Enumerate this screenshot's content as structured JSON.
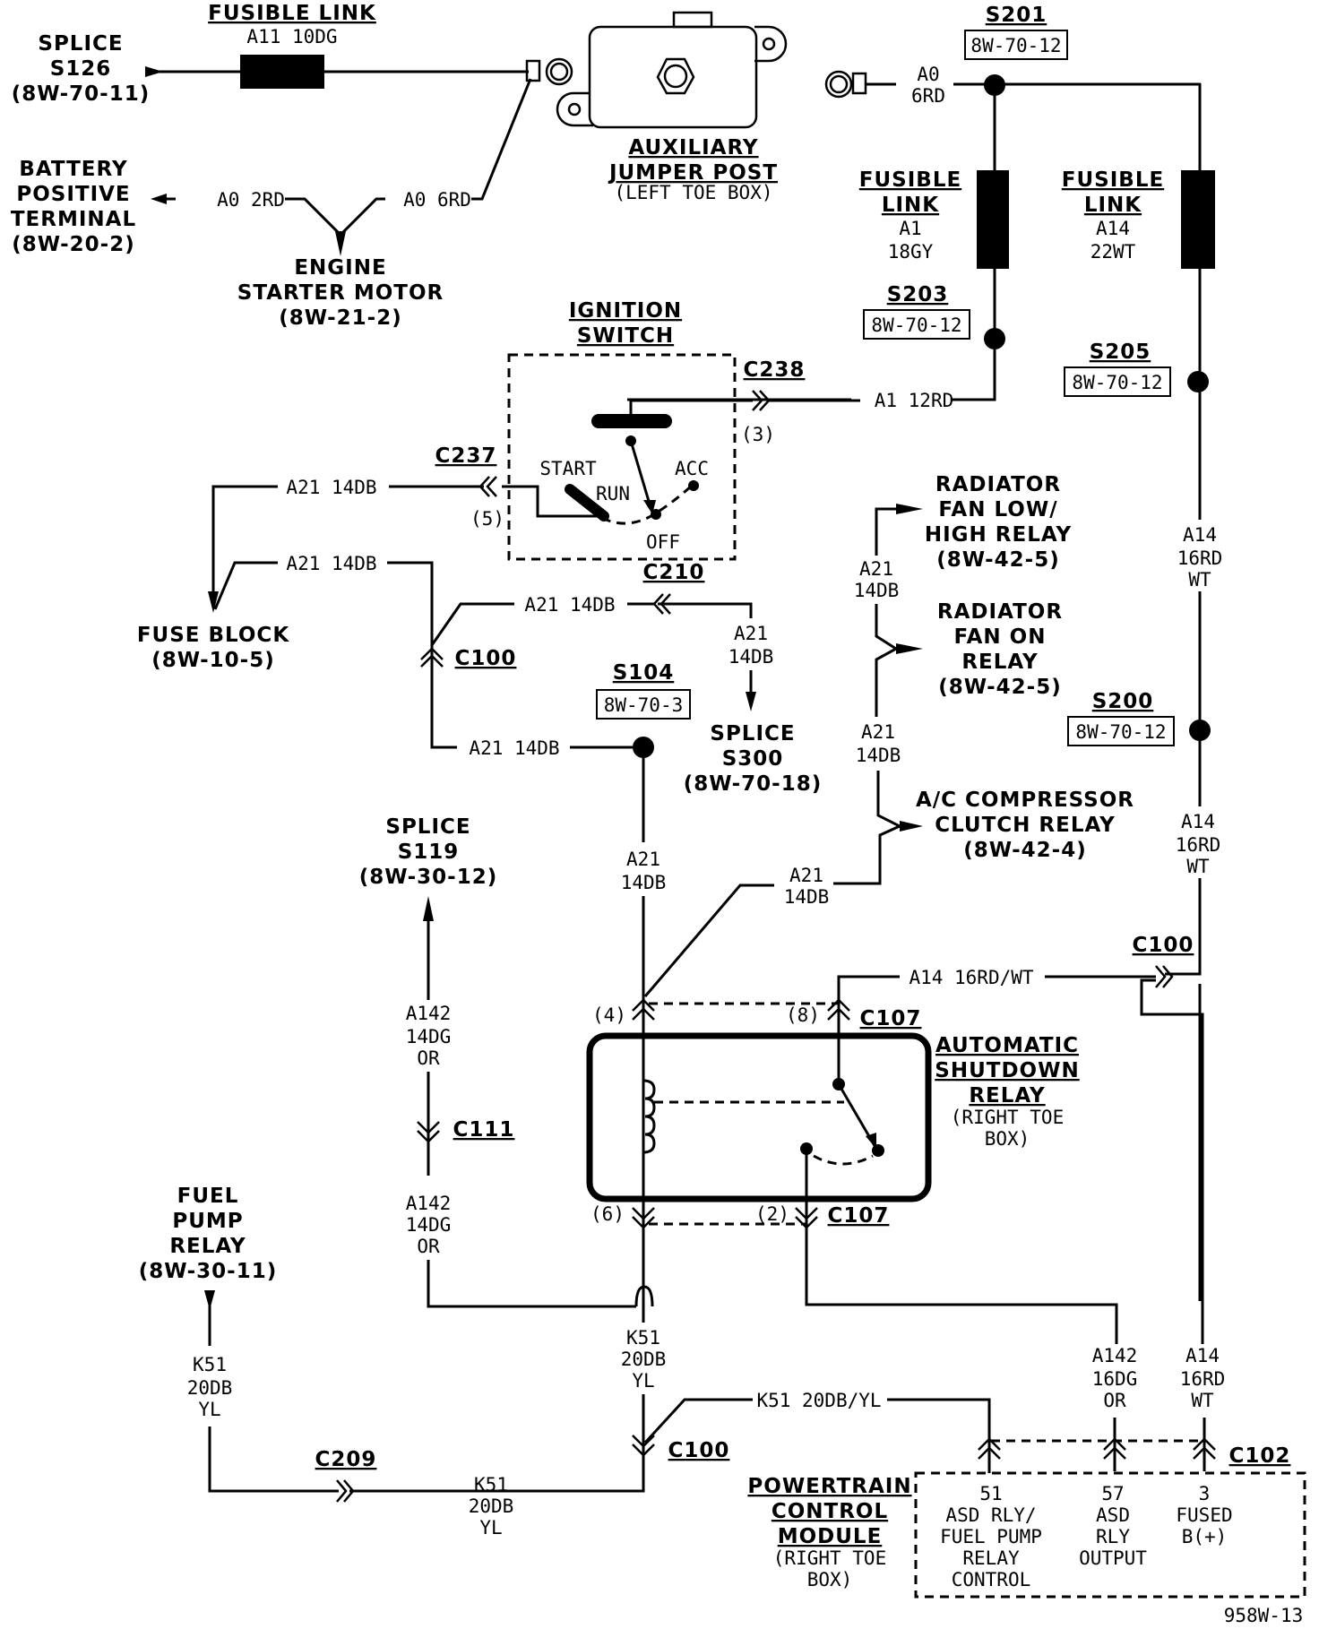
{
  "diagram": {
    "figure_id": "958W-13",
    "components": {
      "splice_s126": [
        "SPLICE",
        "S126",
        "(8W-70-11)"
      ],
      "battery": [
        "BATTERY",
        "POSITIVE",
        "TERMINAL",
        "(8W-20-2)"
      ],
      "starter": [
        "ENGINE",
        "STARTER MOTOR",
        "(8W-21-2)"
      ],
      "aux_post": [
        "AUXILIARY",
        "JUMPER POST",
        "(LEFT TOE BOX)"
      ],
      "ignition": [
        "IGNITION",
        "SWITCH"
      ],
      "ignition_positions": {
        "start": "START",
        "run": "RUN",
        "acc": "ACC",
        "off": "OFF"
      },
      "fuse_block": [
        "FUSE BLOCK",
        "(8W-10-5)"
      ],
      "splice_s300": [
        "SPLICE",
        "S300",
        "(8W-70-18)"
      ],
      "rad_fan_lowhigh": [
        "RADIATOR",
        "FAN LOW/",
        "HIGH RELAY",
        "(8W-42-5)"
      ],
      "rad_fan_on": [
        "RADIATOR",
        "FAN ON",
        "RELAY",
        "(8W-42-5)"
      ],
      "ac_clutch": [
        "A/C COMPRESSOR",
        "CLUTCH RELAY",
        "(8W-42-4)"
      ],
      "splice_s119": [
        "SPLICE",
        "S119",
        "(8W-30-12)"
      ],
      "fuel_pump_relay": [
        "FUEL",
        "PUMP",
        "RELAY",
        "(8W-30-11)"
      ],
      "asd_relay": [
        "AUTOMATIC",
        "SHUTDOWN",
        "RELAY",
        "(RIGHT TOE",
        "BOX)"
      ],
      "pcm": [
        "POWERTRAIN",
        "CONTROL",
        "MODULE",
        "(RIGHT TOE",
        "BOX)"
      ],
      "pcm_pins": [
        {
          "pin": "51",
          "desc": [
            "ASD RLY/",
            "FUEL PUMP",
            "RELAY",
            "CONTROL"
          ]
        },
        {
          "pin": "57",
          "desc": [
            "ASD",
            "RLY",
            "OUTPUT"
          ]
        },
        {
          "pin": "3",
          "desc": [
            "FUSED",
            "B(+)"
          ]
        }
      ]
    },
    "fusible_links": [
      {
        "title": "FUSIBLE LINK",
        "circuit": "A11 10DG"
      },
      {
        "title": [
          "FUSIBLE",
          "LINK"
        ],
        "circuit": [
          "A1",
          "18GY"
        ]
      },
      {
        "title": [
          "FUSIBLE",
          "LINK"
        ],
        "circuit": [
          "A14",
          "22WT"
        ]
      }
    ],
    "splices": {
      "s201": {
        "id": "S201",
        "ref": "8W-70-12"
      },
      "s203": {
        "id": "S203",
        "ref": "8W-70-12"
      },
      "s205": {
        "id": "S205",
        "ref": "8W-70-12"
      },
      "s200": {
        "id": "S200",
        "ref": "8W-70-12"
      },
      "s104": {
        "id": "S104",
        "ref": "8W-70-3"
      }
    },
    "connectors": {
      "c238": "C238",
      "c237": "C237",
      "c210": "C210",
      "c100_a": "C100",
      "c100_b": "C100",
      "c100_c": "C100",
      "c107_top": "C107",
      "c107_bot": "C107",
      "c111": "C111",
      "c209": "C209",
      "c102": "C102"
    },
    "pins": {
      "p3": "(3)",
      "p5": "(5)",
      "p4": "(4)",
      "p8": "(8)",
      "p6": "(6)",
      "p2": "(2)"
    },
    "wires": {
      "a0_2rd": "A0 2RD",
      "a0_6rd": "A0 6RD",
      "a0_6rd_b": [
        "A0",
        "6RD"
      ],
      "a1_12rd": "A1 12RD",
      "a21_h1": "A21 14DB",
      "a21_h2": "A21 14DB",
      "a21_h3": "A21 14DB",
      "a21_h4": "A21 14DB",
      "a21_v_s300": [
        "A21",
        "14DB"
      ],
      "a21_v_rad1": [
        "A21",
        "14DB"
      ],
      "a21_v_rad2": [
        "A21",
        "14DB"
      ],
      "a21_v_s104": [
        "A21",
        "14DB"
      ],
      "a21_v_ac": [
        "A21",
        "14DB"
      ],
      "a14_v1": [
        "A14",
        "16RD",
        "WT"
      ],
      "a14_v2": [
        "A14",
        "16RD",
        "WT"
      ],
      "a14_h": "A14 16RD/WT",
      "a14_v3": [
        "A14",
        "16RD",
        "WT"
      ],
      "a142_v1": [
        "A142",
        "14DG",
        "OR"
      ],
      "a142_v2": [
        "A142",
        "14DG",
        "OR"
      ],
      "a142_v3": [
        "A142",
        "16DG",
        "OR"
      ],
      "k51_v1": [
        "K51",
        "20DB",
        "YL"
      ],
      "k51_v2": [
        "K51",
        "20DB",
        "YL"
      ],
      "k51_v3": [
        "K51",
        "20DB",
        "YL"
      ],
      "k51_h": "K51 20DB/YL"
    }
  }
}
